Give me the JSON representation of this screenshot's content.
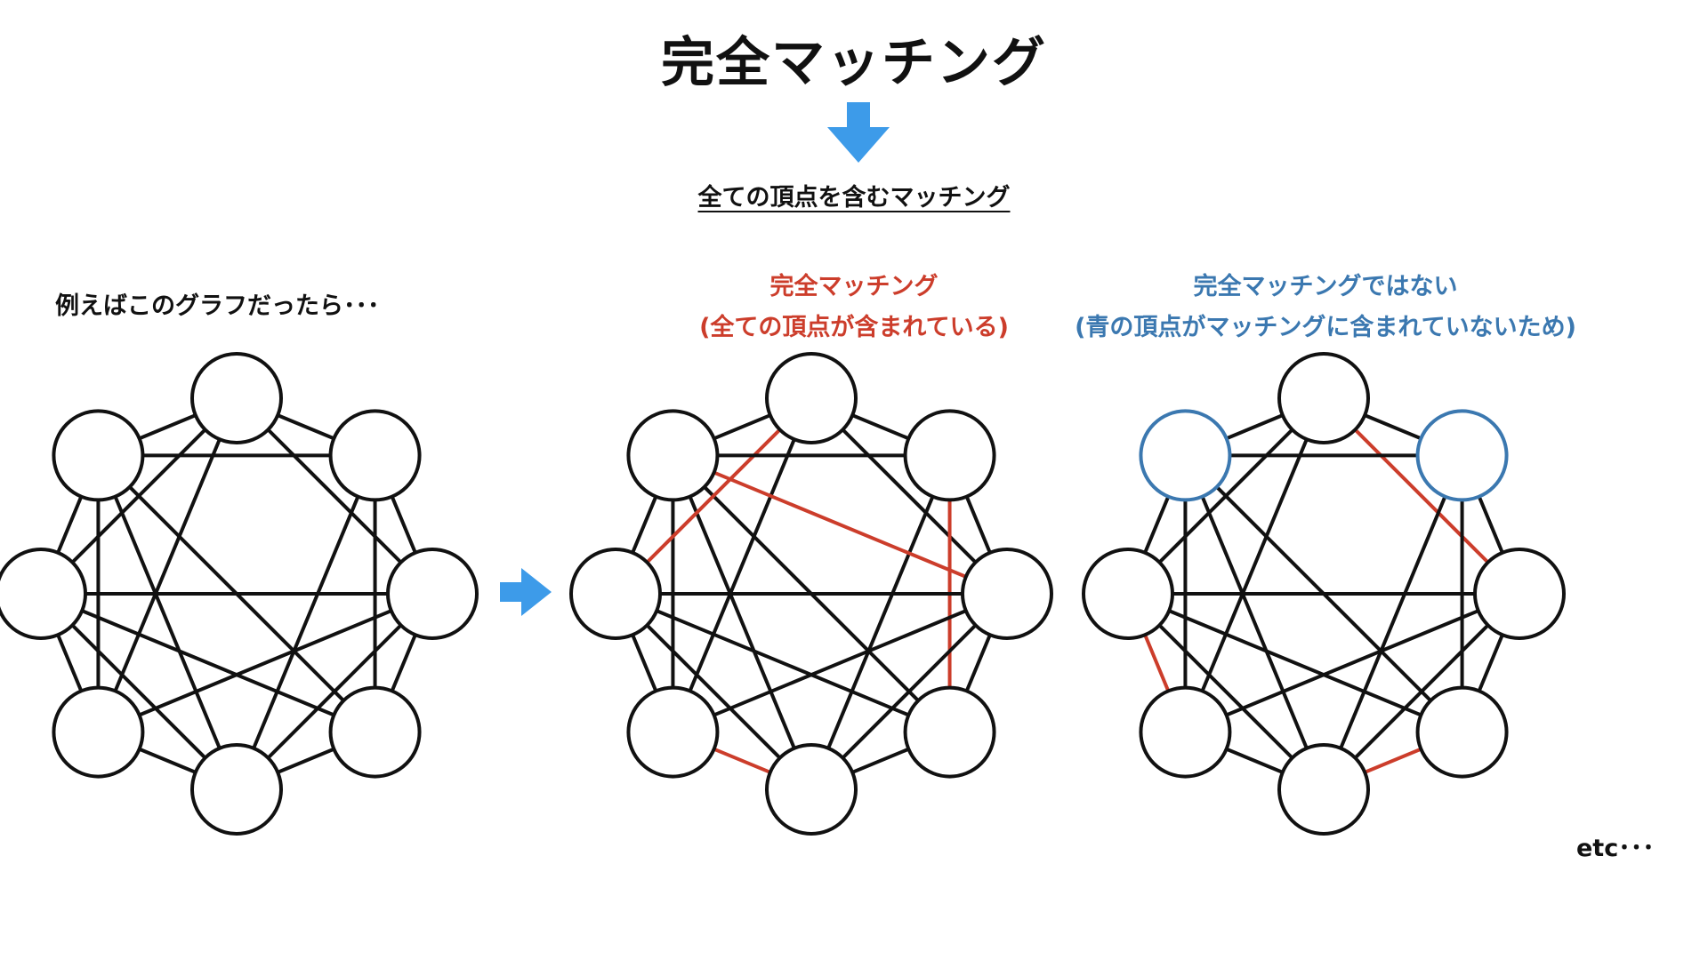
{
  "title": "完全マッチング",
  "definition": "全ての頂点を含むマッチング",
  "example_label": "例えばこのグラフだったら･･･",
  "perfect_label": {
    "line1": "完全マッチング",
    "line2": "(全ての頂点が含まれている)"
  },
  "not_perfect_label": {
    "line1": "完全マッチングではない",
    "line2": "(青の頂点がマッチングに含まれていないため)"
  },
  "etc_note": "etc･･･",
  "colors": {
    "edge": "#111111",
    "matching_edge": "#cc3d2b",
    "unmatched_vertex": "#3b78b0",
    "arrow": "#3d9be9",
    "perfect_text": "#cc3d2b",
    "not_perfect_text": "#3b78b0"
  },
  "icons": {
    "down_arrow": "arrow-down-icon",
    "right_arrow": "arrow-right-icon"
  },
  "graph": {
    "vertex_count": 8,
    "edges": [
      [
        0,
        1
      ],
      [
        0,
        2
      ],
      [
        1,
        2
      ],
      [
        1,
        3
      ],
      [
        1,
        4
      ],
      [
        2,
        4
      ],
      [
        2,
        5
      ],
      [
        3,
        4
      ],
      [
        3,
        6
      ],
      [
        4,
        7
      ],
      [
        5,
        6
      ],
      [
        5,
        7
      ],
      [
        6,
        7
      ],
      [
        3,
        7
      ],
      [
        0,
        7
      ],
      [
        0,
        6
      ],
      [
        2,
        6
      ],
      [
        1,
        7
      ],
      [
        0,
        5
      ],
      [
        2,
        3
      ],
      [
        4,
        5
      ],
      [
        6,
        4
      ]
    ],
    "panels": [
      {
        "name": "original-graph",
        "matching_edges": [],
        "unmatched_vertices": []
      },
      {
        "name": "perfect-matching-graph",
        "matching_edges": [
          [
            1,
            3
          ],
          [
            0,
            6
          ],
          [
            2,
            7
          ],
          [
            4,
            5
          ]
        ],
        "unmatched_vertices": []
      },
      {
        "name": "non-perfect-matching-graph",
        "matching_edges": [
          [
            0,
            2
          ],
          [
            3,
            4
          ],
          [
            6,
            5
          ]
        ],
        "unmatched_vertices": [
          1,
          7
        ]
      }
    ]
  }
}
